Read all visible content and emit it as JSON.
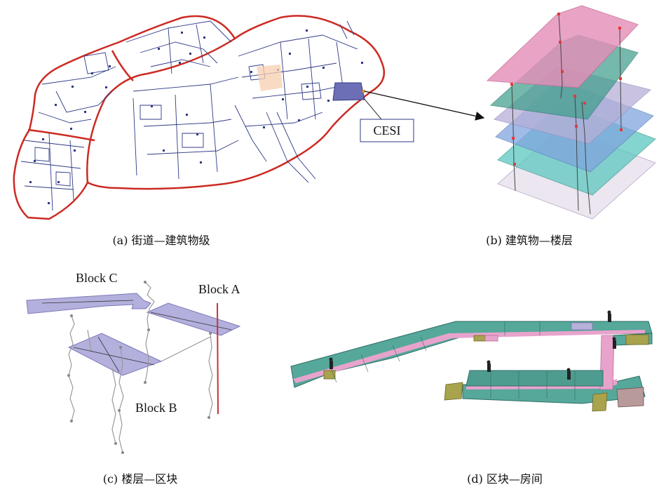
{
  "captions": {
    "a": "(a) 街道—建筑物级",
    "b": "(b) 建筑物—楼层",
    "c": "(c) 楼层—区块",
    "d": "(d) 区块—房间"
  },
  "labels": {
    "cesi": "CESI",
    "block_a": "Block A",
    "block_b": "Block B",
    "block_c": "Block C"
  },
  "colors": {
    "boundary": "#cc2a22",
    "street_lines": "#2e3a86",
    "highlight_building": "#6d6fb6",
    "floor_pink": "#e58fb8",
    "floor_teal": "#3f9f8c",
    "floor_lavender": "#b7b0d8",
    "floor_blue": "#7fa5de",
    "floor_cyan": "#5cc8c0",
    "floor_bottom": "#e9e2ee",
    "block_fill": "#b3b0dd",
    "room_teal": "#55a89a",
    "corridor_pink": "#e8a3cc",
    "room_olive": "#a8a34c"
  }
}
